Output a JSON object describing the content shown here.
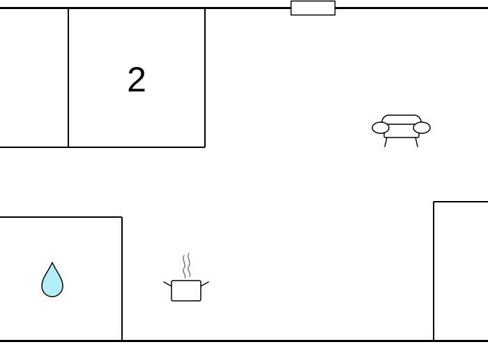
{
  "plan": {
    "rooms": [
      {
        "id": "room-left-top"
      },
      {
        "id": "bedroom",
        "label": "2"
      },
      {
        "id": "bathroom"
      },
      {
        "id": "room-right-bottom"
      }
    ],
    "icons": [
      {
        "name": "sofa-icon",
        "meaning": "living room"
      },
      {
        "name": "water-drop-icon",
        "meaning": "bathroom"
      },
      {
        "name": "cooking-pot-icon",
        "meaning": "kitchen"
      }
    ],
    "colors": {
      "wall": "#000000",
      "background": "#ffffff",
      "water_drop": "#b4eef5"
    }
  }
}
